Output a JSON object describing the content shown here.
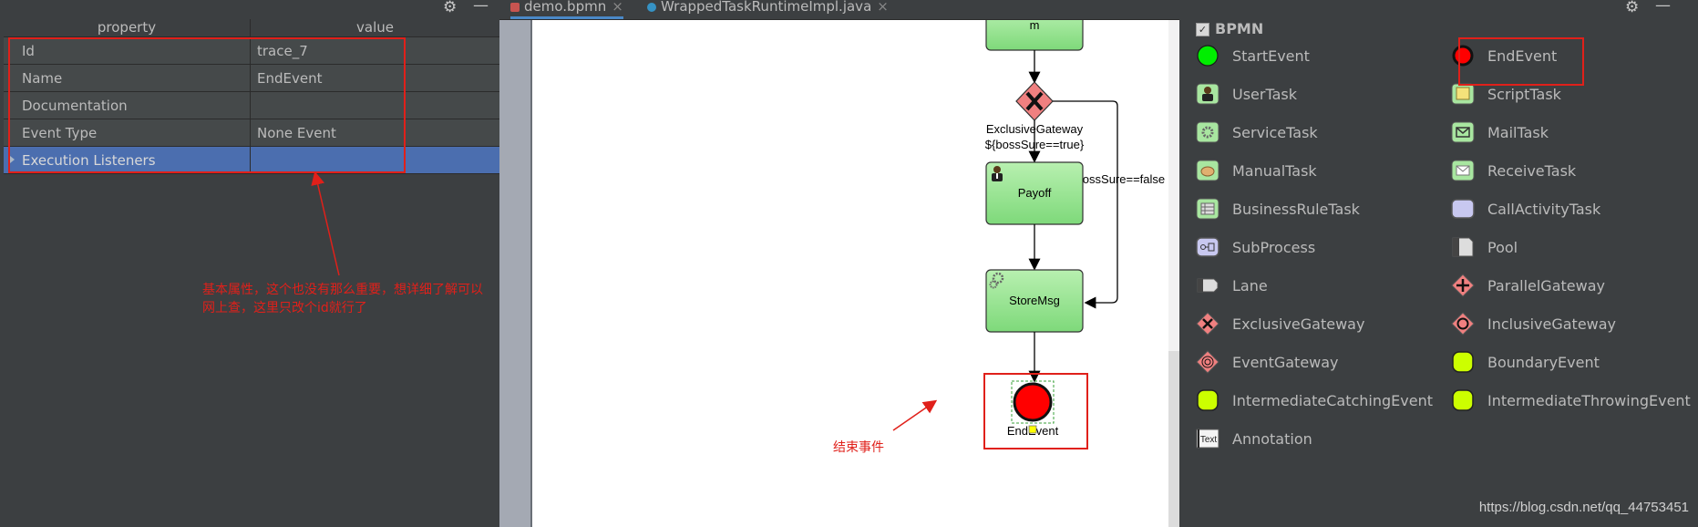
{
  "property_panel": {
    "headers": {
      "property": "property",
      "value": "value"
    },
    "rows": [
      {
        "property": "Id",
        "value": "trace_7"
      },
      {
        "property": "Name",
        "value": "EndEvent"
      },
      {
        "property": "Documentation",
        "value": ""
      },
      {
        "property": "Event Type",
        "value": "None Event"
      },
      {
        "property": "Execution Listeners",
        "value": ""
      }
    ],
    "annotation": "基本属性，这个也没有那么重要，想详细了解可以网上查，这里只改个id就行了",
    "gear_icon": "gear-icon",
    "minimize_icon": "minimize-icon"
  },
  "tabs": [
    {
      "label": "demo.bpmn",
      "active": true,
      "icon": "bpmn-file-icon"
    },
    {
      "label": "WrappedTaskRuntimeImpl.java",
      "active": false,
      "icon": "java-class-icon"
    }
  ],
  "diagram": {
    "top_task_label": "m",
    "gateway_label": "ExclusiveGateway",
    "true_condition": "${bossSure==true}",
    "false_condition": "${bossSure==false",
    "payoff_label": "Payoff",
    "storemsg_label": "StoreMsg",
    "endevent_label": "EndEvent",
    "end_annotation": "结束事件",
    "end_color": "#ff0000",
    "task_color": "#90ee90"
  },
  "palette": {
    "title": "BPMN",
    "checked": true,
    "items": [
      {
        "label": "StartEvent",
        "icon": "start-event-icon"
      },
      {
        "label": "EndEvent",
        "icon": "end-event-icon"
      },
      {
        "label": "UserTask",
        "icon": "user-task-icon"
      },
      {
        "label": "ScriptTask",
        "icon": "script-task-icon"
      },
      {
        "label": "ServiceTask",
        "icon": "service-task-icon"
      },
      {
        "label": "MailTask",
        "icon": "mail-task-icon"
      },
      {
        "label": "ManualTask",
        "icon": "manual-task-icon"
      },
      {
        "label": "ReceiveTask",
        "icon": "receive-task-icon"
      },
      {
        "label": "BusinessRuleTask",
        "icon": "business-rule-task-icon"
      },
      {
        "label": "CallActivityTask",
        "icon": "call-activity-task-icon"
      },
      {
        "label": "SubProcess",
        "icon": "subprocess-icon"
      },
      {
        "label": "Pool",
        "icon": "pool-icon"
      },
      {
        "label": "Lane",
        "icon": "lane-icon"
      },
      {
        "label": "ParallelGateway",
        "icon": "parallel-gateway-icon"
      },
      {
        "label": "ExclusiveGateway",
        "icon": "exclusive-gateway-icon"
      },
      {
        "label": "InclusiveGateway",
        "icon": "inclusive-gateway-icon"
      },
      {
        "label": "EventGateway",
        "icon": "event-gateway-icon"
      },
      {
        "label": "BoundaryEvent",
        "icon": "boundary-event-icon"
      },
      {
        "label": "IntermediateCatchingEvent",
        "icon": "intermediate-catching-event-icon"
      },
      {
        "label": "IntermediateThrowingEvent",
        "icon": "intermediate-throwing-event-icon"
      },
      {
        "label": "Annotation",
        "icon": "annotation-icon"
      }
    ],
    "annotation_icon_text": "Text"
  },
  "watermark": "https://blog.csdn.net/qq_44753451"
}
